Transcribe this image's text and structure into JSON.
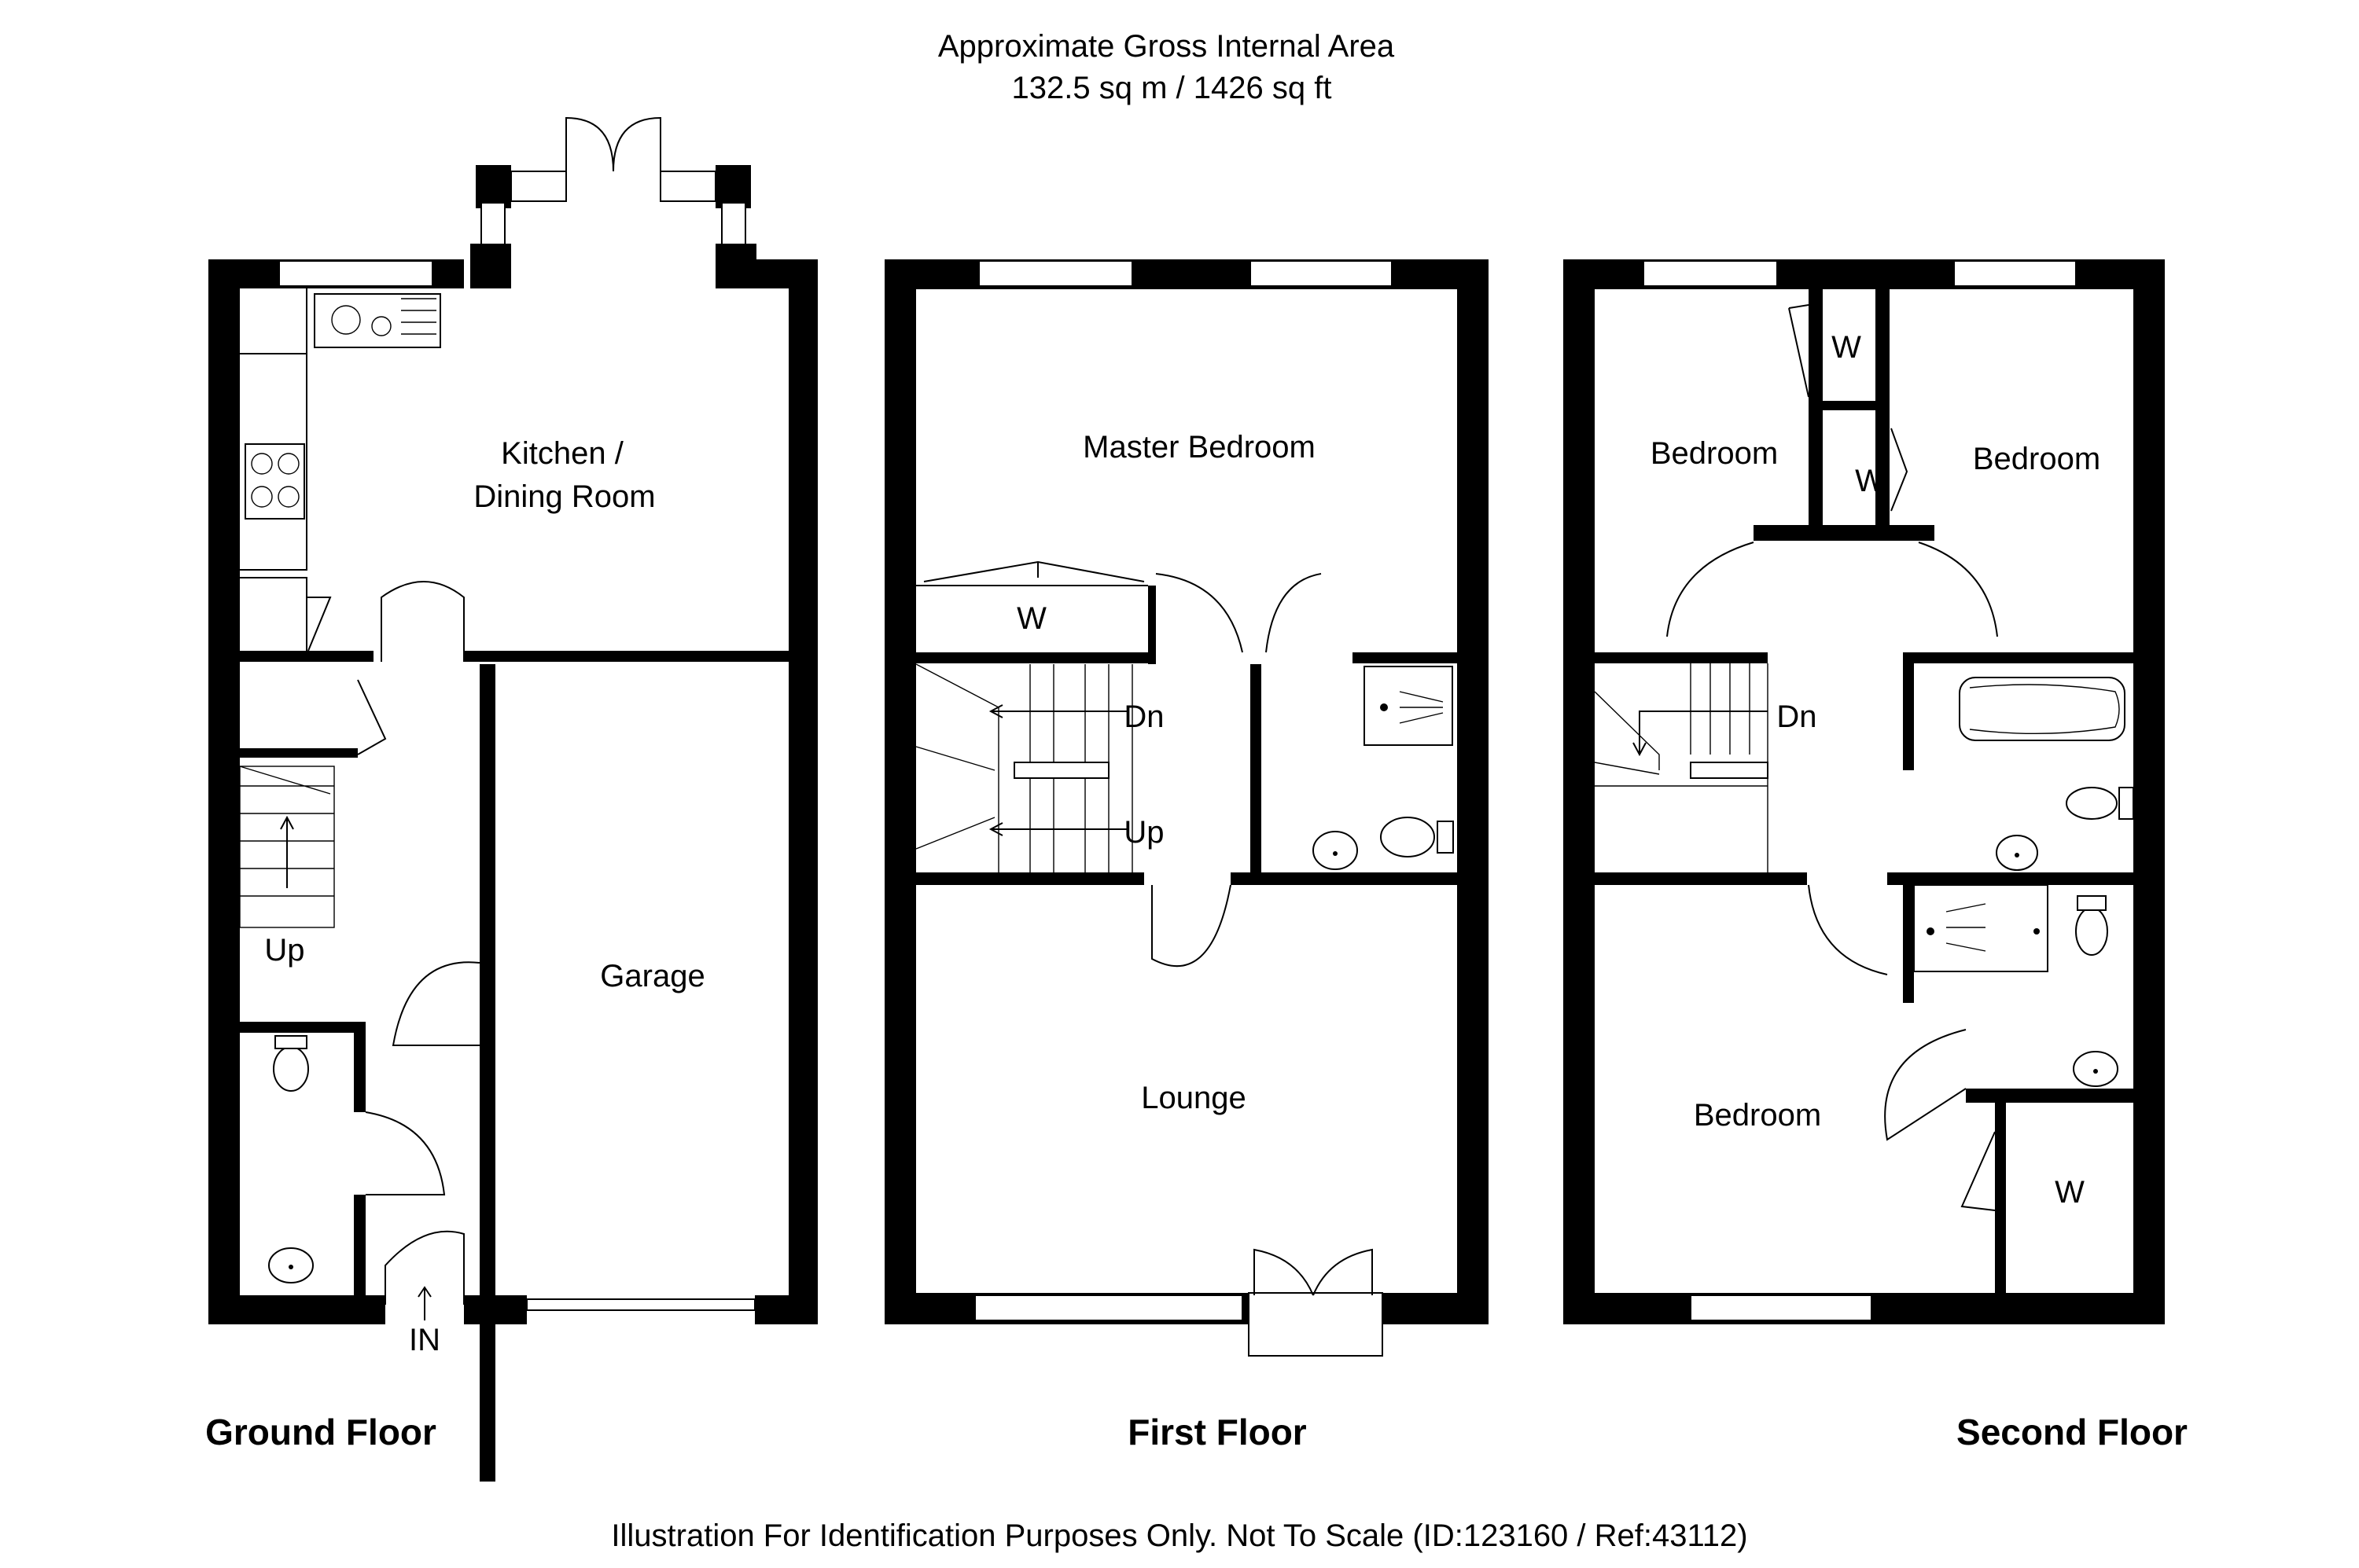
{
  "header": {
    "title": "Approximate Gross Internal Area",
    "area": "132.5 sq m / 1426 sq ft"
  },
  "footer": {
    "disclaimer": "Illustration For Identification Purposes Only. Not To Scale (ID:123160 / Ref:43112)"
  },
  "floors": {
    "ground": {
      "name": "Ground Floor",
      "rooms": {
        "kitchen_line1": "Kitchen /",
        "kitchen_line2": "Dining Room",
        "garage": "Garage"
      },
      "stairs": "Up",
      "entrance": "IN"
    },
    "first": {
      "name": "First Floor",
      "rooms": {
        "master": "Master Bedroom",
        "lounge": "Lounge",
        "wardrobe": "W"
      },
      "stairs_down": "Dn",
      "stairs_up": "Up"
    },
    "second": {
      "name": "Second Floor",
      "rooms": {
        "bedroom_left": "Bedroom",
        "bedroom_right": "Bedroom",
        "bedroom_main": "Bedroom",
        "wardrobe_a": "W",
        "wardrobe_b": "W",
        "wardrobe_c": "W"
      },
      "stairs_down": "Dn"
    }
  },
  "colors": {
    "wall": "#000000",
    "background": "#ffffff"
  }
}
